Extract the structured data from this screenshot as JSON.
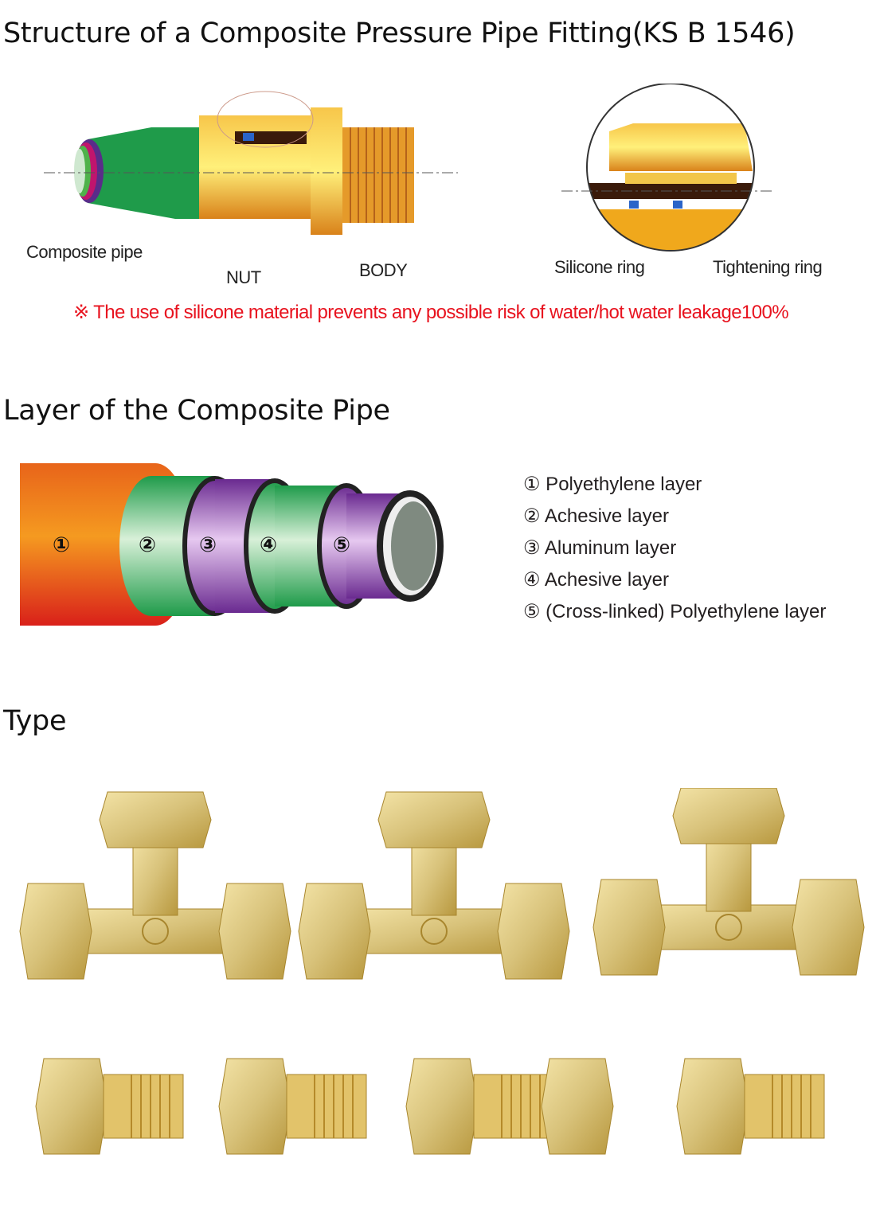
{
  "sections": {
    "structure": {
      "title": "Structure of a Composite Pressure Pipe Fitting(KS B 1546)",
      "labels": {
        "composite_pipe": "Composite pipe",
        "nut": "NUT",
        "body": "BODY",
        "silicone_ring": "Silicone ring",
        "tightening_ring": "Tightening ring"
      },
      "note": "※  The use of silicone material prevents any possible risk of water/hot water leakage100%"
    },
    "layers": {
      "title": "Layer of the Composite Pipe",
      "markers": [
        "①",
        "②",
        "③",
        "④",
        "⑤"
      ],
      "items": [
        "① Polyethylene layer",
        "② Achesive layer",
        "③ Aluminum layer",
        "④ Achesive layer",
        "⑤ (Cross-linked) Polyethylene layer"
      ]
    },
    "type": {
      "title": "Type"
    }
  },
  "colors": {
    "note_red": "#e8131f",
    "brass": "#d8c27a",
    "gold": "#f0a81c"
  }
}
